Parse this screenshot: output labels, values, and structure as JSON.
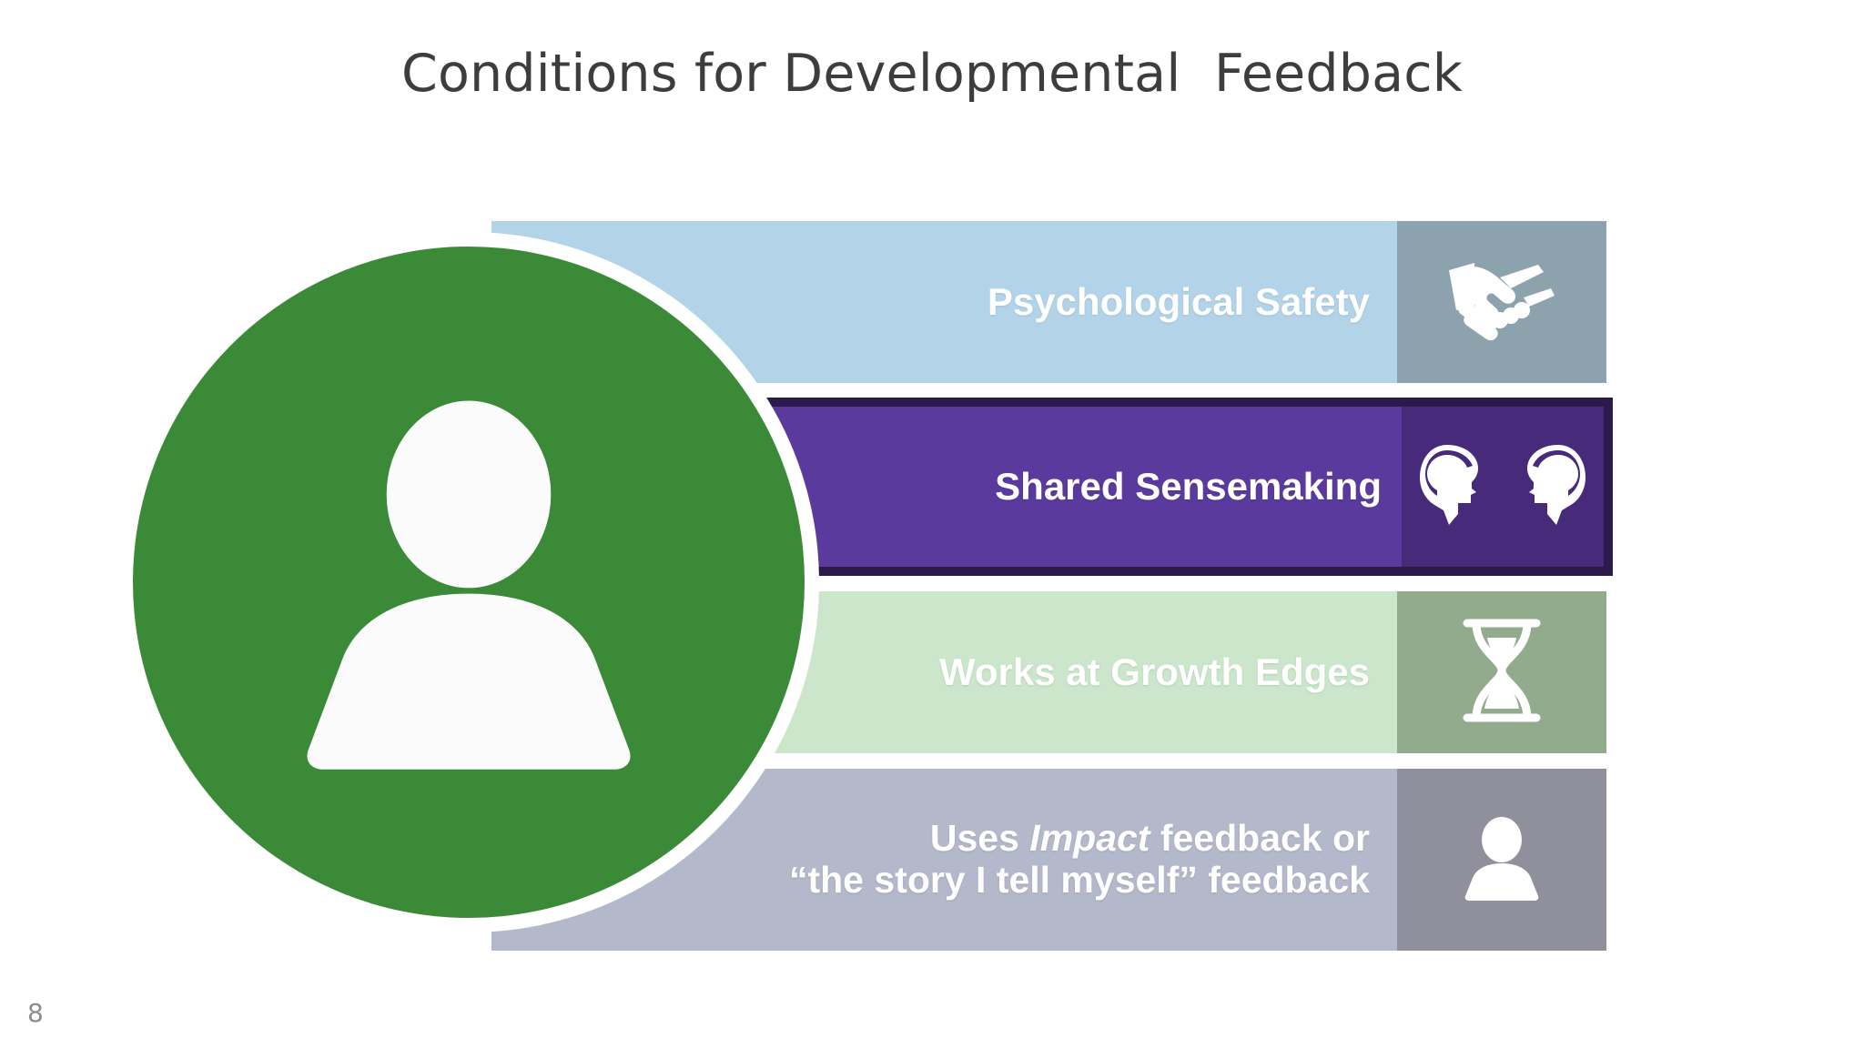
{
  "slide": {
    "title": "Conditions for Developmental  Feedback",
    "number": "8"
  },
  "center_figure": {
    "icon": "person-silhouette-icon",
    "circle_color": "#3b8a38",
    "ring_color": "#ffffff"
  },
  "rows": [
    {
      "label": "Psychological Safety",
      "icon": "handshake-icon",
      "bar_color": "#b3d4e8",
      "icon_panel_color": "#8ca2ad",
      "highlighted": false
    },
    {
      "label": "Shared Sensemaking",
      "icon": "two-heads-brain-icon",
      "bar_color": "#5b3a9e",
      "icon_panel_color": "#472b7a",
      "border_color": "#2b1a4a",
      "highlighted": true
    },
    {
      "label": "Works at Growth Edges",
      "icon": "hourglass-icon",
      "bar_color": "#cbe6ca",
      "icon_panel_color": "#91ab8c",
      "highlighted": false
    },
    {
      "label_line1_pre": "Uses ",
      "label_line1_em": "Impact",
      "label_line1_post": " feedback or",
      "label_line2": "“the story I tell myself” feedback",
      "icon": "person-silhouette-icon",
      "bar_color": "#b4b8cb",
      "icon_panel_color": "#90909c",
      "highlighted": false
    }
  ]
}
